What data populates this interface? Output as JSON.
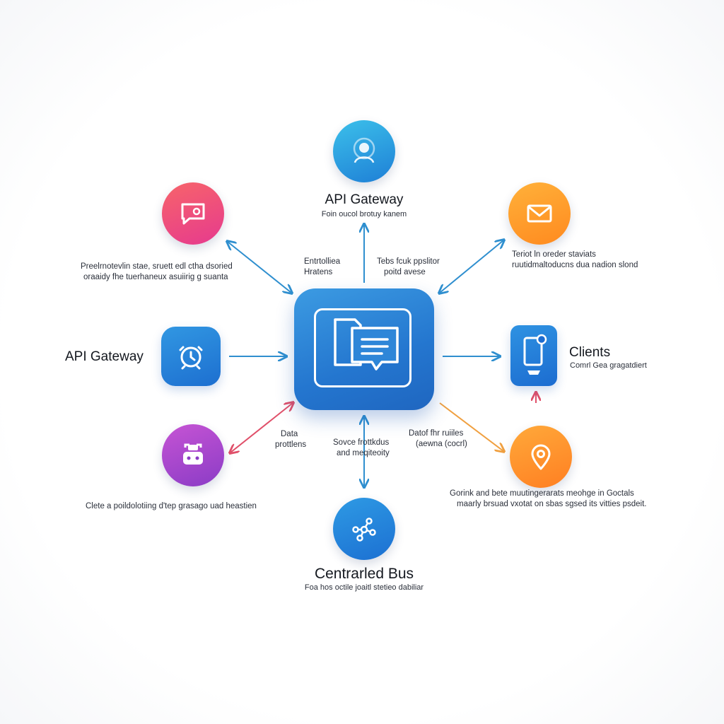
{
  "nodes": {
    "top": {
      "title": "API Gateway",
      "subtitle": "Foin oucol brotuy kanem",
      "color_from": "#35b3e6",
      "color_to": "#1e7fd6",
      "icon": "user-icon"
    },
    "top_left": {
      "caption_line1": "Preelrnotevlin stae, sruett edl ctha dsoried",
      "caption_line2": "oraaidy fhe tuerhaneux asuiirig g suanta",
      "color_from": "#f25c6e",
      "color_to": "#e83d8a",
      "icon": "chat-icon"
    },
    "top_right": {
      "caption_line1": "Teriot ln oreder staviats",
      "caption_line2": "ruutidmaltoducns dua nadion slond",
      "color_from": "#ffa531",
      "color_to": "#ff8a1f",
      "icon": "envelope-icon"
    },
    "left": {
      "title": "API Gateway",
      "color_from": "#2f90e0",
      "color_to": "#1d6fd0",
      "icon": "clock-icon"
    },
    "right": {
      "title": "Clients",
      "subtitle": "Comrl Gea gragatdiert",
      "color_from": "#2a8be0",
      "color_to": "#1c6cd0",
      "icon": "mobile-device-icon"
    },
    "bottom_left": {
      "caption": "Clete a poildolotiing d'tep grasago uad heastien",
      "color_from": "#c24fd1",
      "color_to": "#8f3dc8",
      "icon": "robot-icon"
    },
    "bottom_right": {
      "caption_line1": "Gorink and bete muutingerarats meohge in Goctals",
      "caption_line2": "maarly brsuad vxotat on sbas sgsed its vitties psdeit.",
      "color_from": "#ffa032",
      "color_to": "#ff7f22",
      "icon": "location-pin-icon"
    },
    "bottom": {
      "title": "Centrarled Bus",
      "subtitle": "Foa hos octile joaitl stetieo dabiliar",
      "color_from": "#2a96e2",
      "color_to": "#1c70d2",
      "icon": "network-icon"
    }
  },
  "hub": {
    "icon": "documents-chat-icon"
  },
  "edge_labels": {
    "upper_left_line1": "Entrtolliea",
    "upper_left_line2": "Hratens",
    "upper_right_line1": "Tebs fcuk ppslitor",
    "upper_right_line2": "poitd avese",
    "lower_left_line1": "Data",
    "lower_left_line2": "prottlens",
    "lower_mid_line1": "Sovce frottkdus",
    "lower_mid_line2": "and meqiteoity",
    "lower_right_line1": "Datof fhr ruiiles",
    "lower_right_line2": "(aewna (cocrl)"
  },
  "colors": {
    "arrow_blue": "#2f8fcf",
    "arrow_red": "#e0506a",
    "arrow_orange": "#f0a040"
  }
}
